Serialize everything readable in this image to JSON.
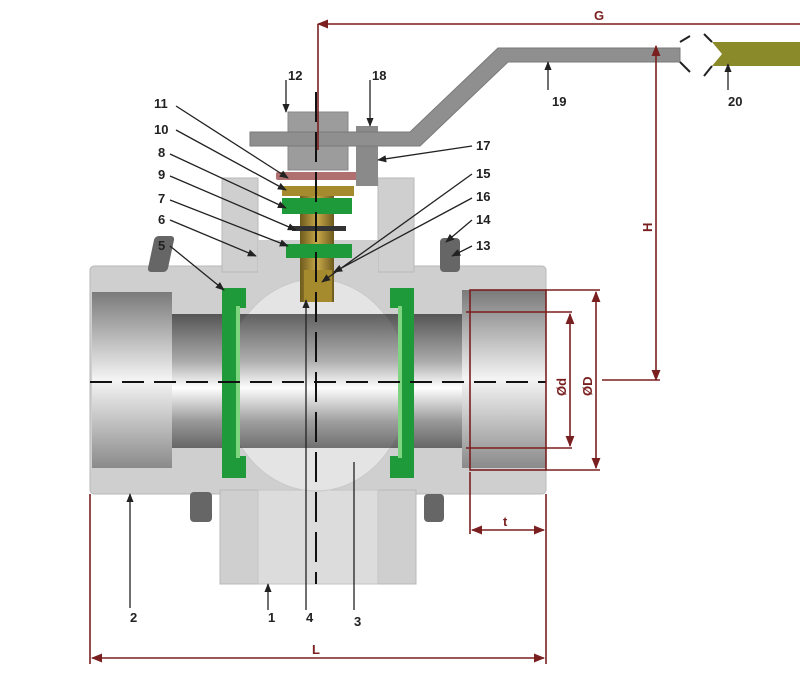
{
  "colors": {
    "dimension": "#7a1f1f",
    "body": "#cccccc",
    "bore": "#8a8a8a",
    "seat": "#1f9a3a",
    "stem": "#a58a2e",
    "handle": "#8f8f8f",
    "handle_grip": "#8a8a2a"
  },
  "dimensions": {
    "G": "G",
    "H": "H",
    "L": "L",
    "t": "t",
    "d": "Ød",
    "D": "ØD"
  },
  "callouts": [
    "12",
    "18",
    "11",
    "10",
    "8",
    "9",
    "7",
    "6",
    "5",
    "17",
    "15",
    "16",
    "14",
    "13",
    "19",
    "20",
    "2",
    "1",
    "4",
    "3"
  ]
}
